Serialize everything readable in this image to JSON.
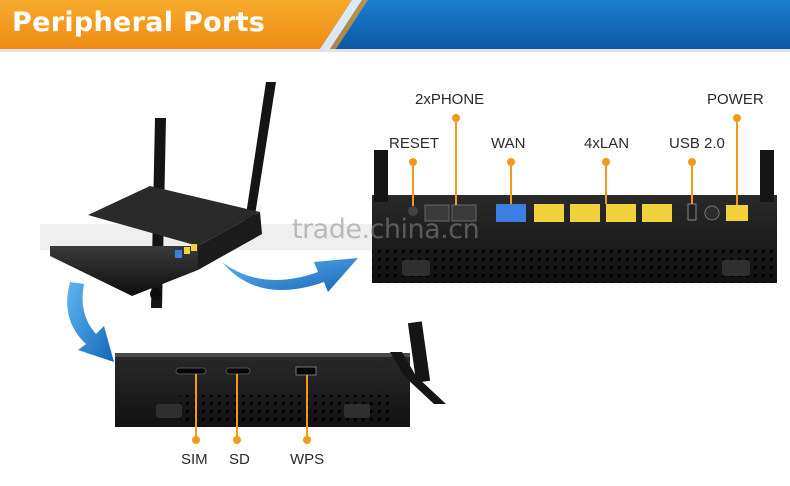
{
  "header": {
    "title": "Peripheral Ports"
  },
  "rear_panel_labels": {
    "phone": "2xPHONE",
    "power": "POWER",
    "reset": "RESET",
    "wan": "WAN",
    "lan": "4xLAN",
    "usb": "USB 2.0"
  },
  "side_panel_labels": {
    "sim": "SIM",
    "sd": "SD",
    "wps": "WPS"
  },
  "watermark": "trade.china.cn",
  "colors": {
    "accent_orange": "#f39a1e",
    "header_blue": "#0a66b8",
    "arrow_blue": "#1f8ad6",
    "lan_port_yellow": "#f2d23c",
    "wan_port_blue": "#3d7fe0"
  }
}
